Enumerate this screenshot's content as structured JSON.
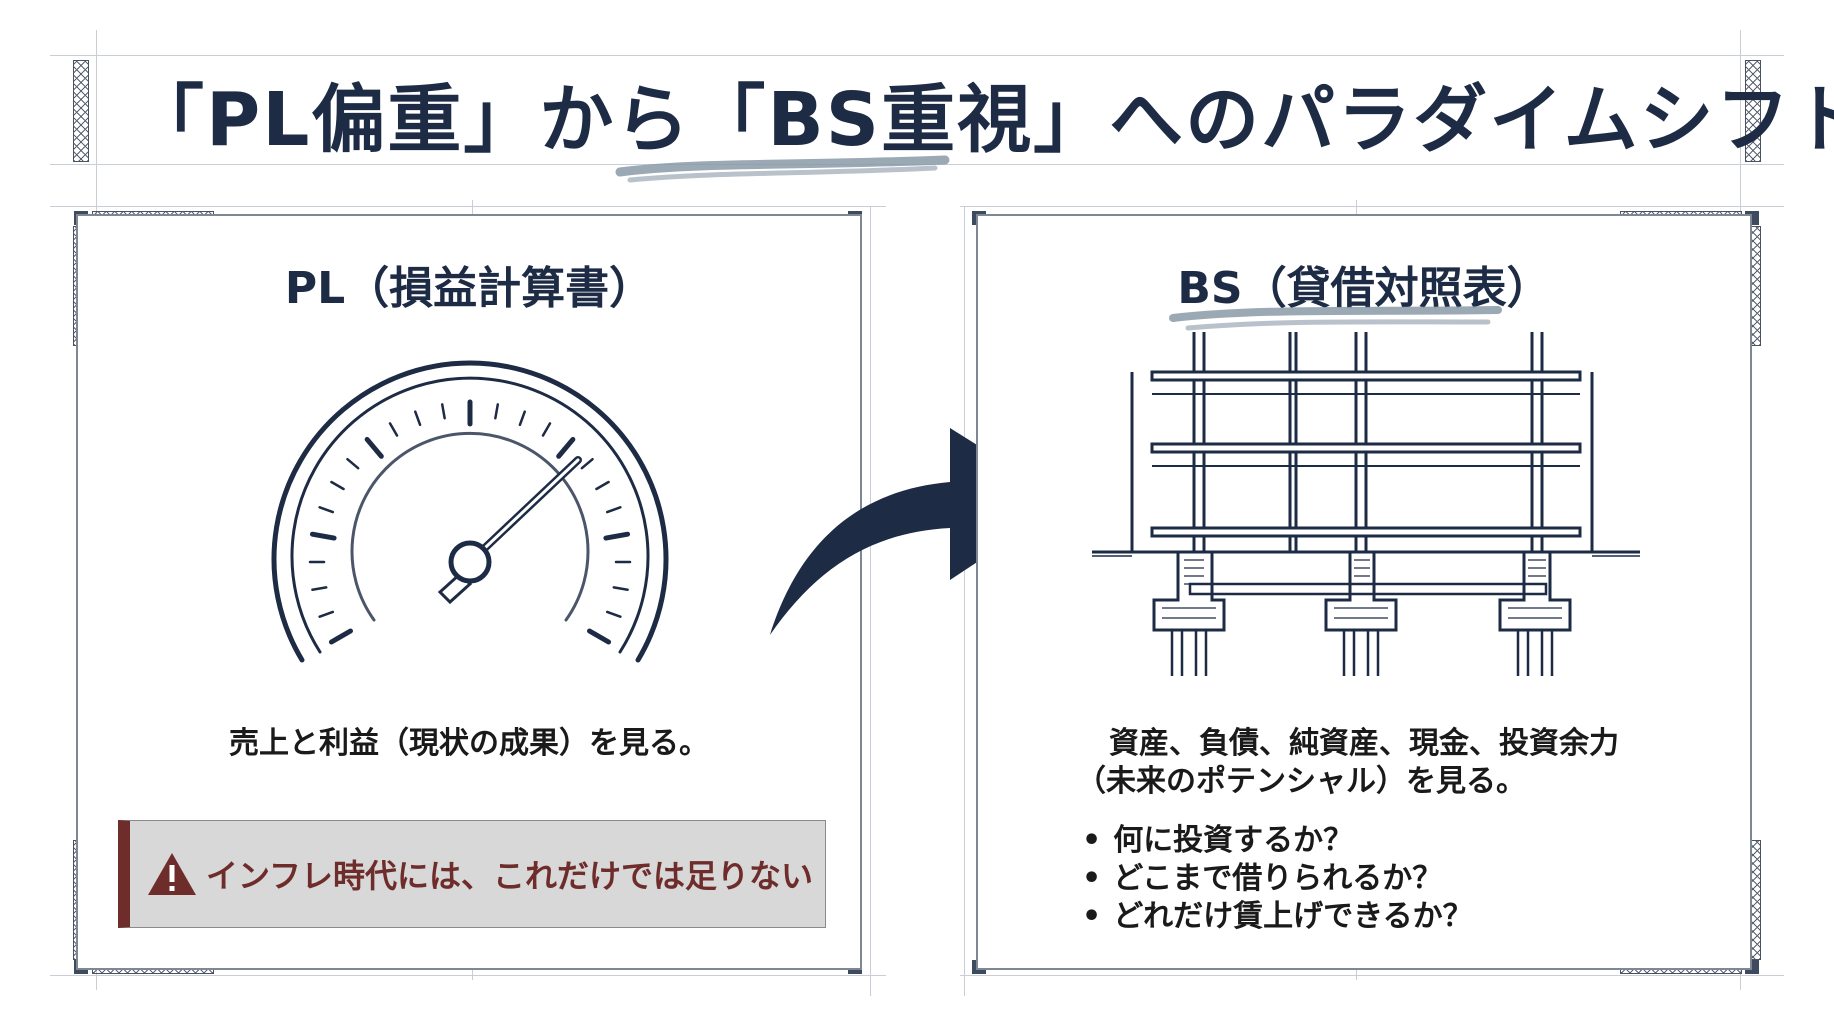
{
  "title": "「PL偏重」から「BS重視」へのパラダイムシフト",
  "pl_panel": {
    "heading": "PL（損益計算書）",
    "caption": "売上と利益（現状の成果）を見る。",
    "warning": {
      "icon": "warning-triangle-icon",
      "text": "インフレ時代には、これだけでは足りない"
    }
  },
  "bs_panel": {
    "heading": "BS（貸借対照表）",
    "caption_line1": "資産、負債、純資産、現金、投資余力",
    "caption_line2": "（未来のポテンシャル）を見る。",
    "questions": [
      "何に投資するか？",
      "どこまで借りられるか？",
      "どれだけ賃上げできるか？"
    ]
  },
  "colors": {
    "navy": "#1d2b45",
    "warning_red": "#6e2d2b",
    "warning_bg": "#d8d8d8",
    "brush_gray": "#8a9aa8"
  },
  "icons": [
    "speedometer-gauge-icon",
    "curved-arrow-icon",
    "building-structure-icon",
    "warning-triangle-icon"
  ]
}
